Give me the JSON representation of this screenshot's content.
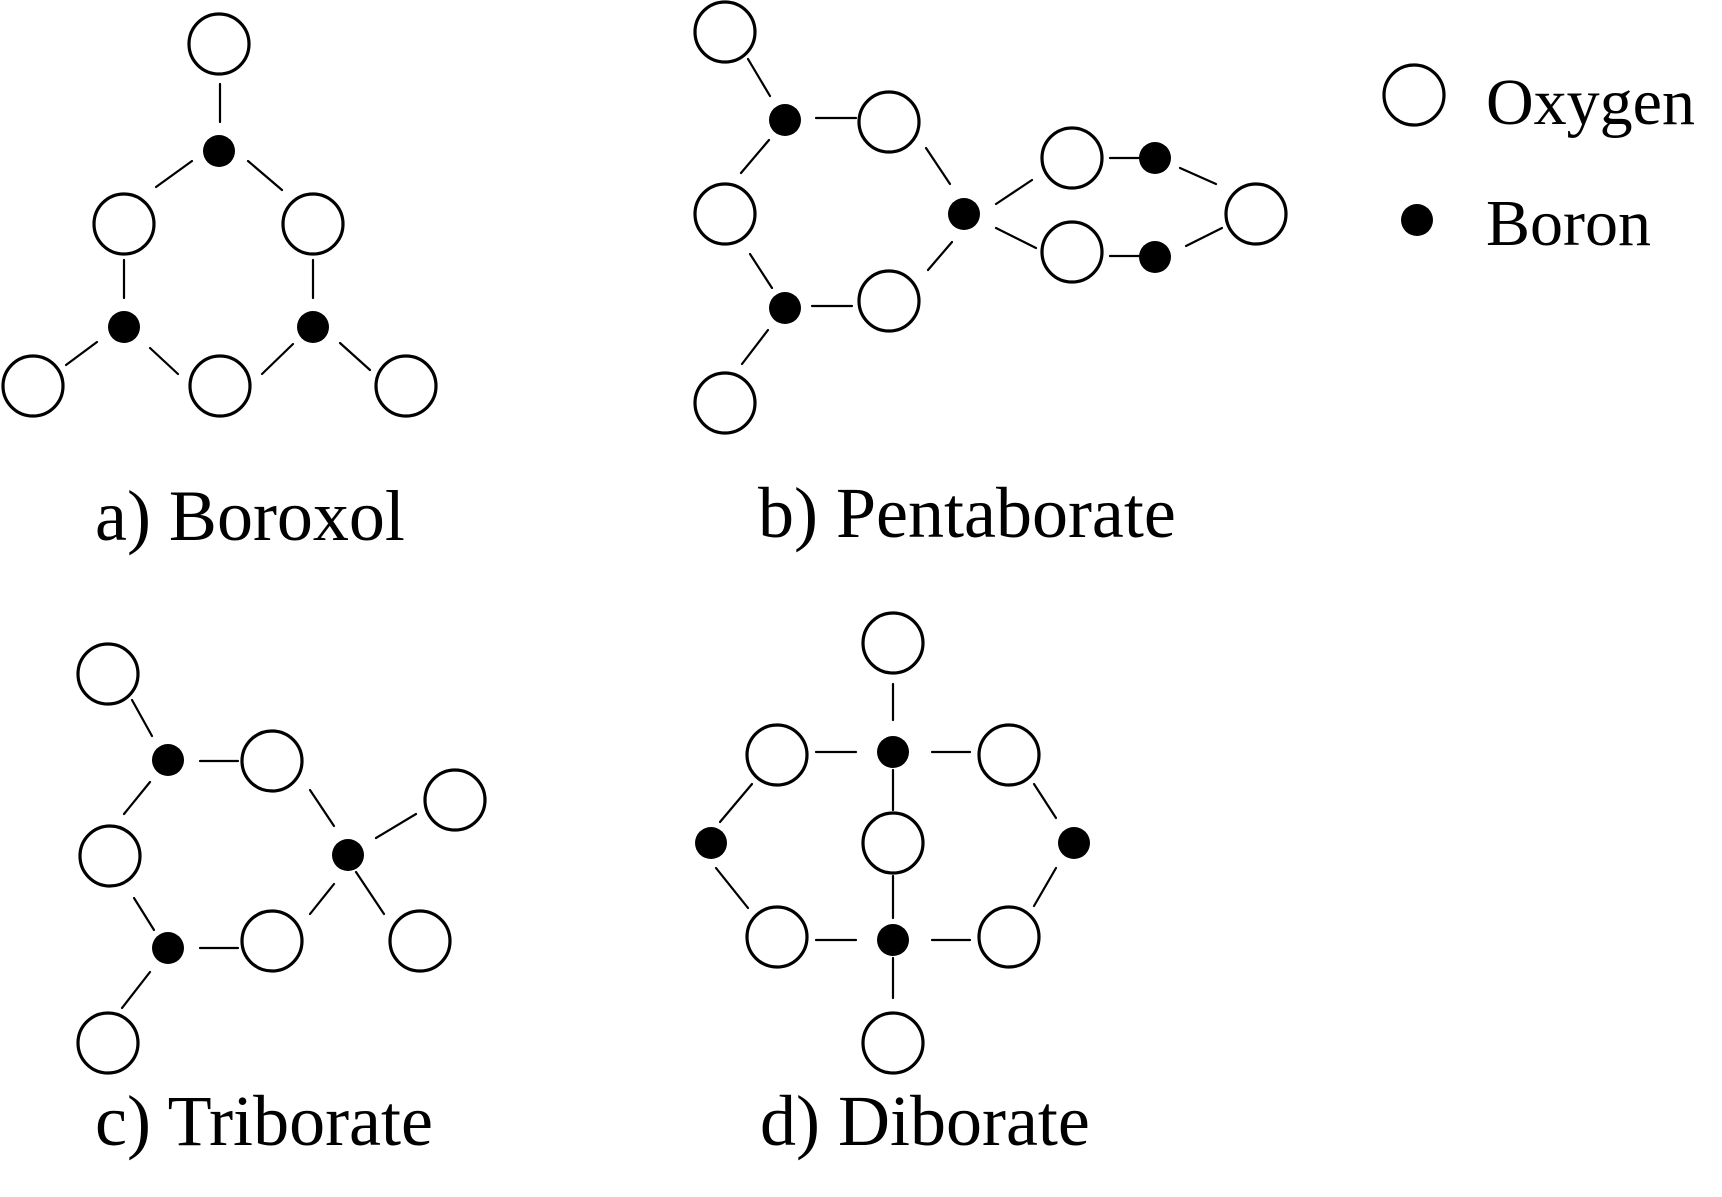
{
  "legend": {
    "oxygen_label": "Oxygen",
    "boron_label": "Boron"
  },
  "structures": [
    {
      "id": "boroxol",
      "caption": "a) Boroxol"
    },
    {
      "id": "pentaborate",
      "caption": "b) Pentaborate"
    },
    {
      "id": "triborate",
      "caption": "c) Triborate"
    },
    {
      "id": "diborate",
      "caption": "d) Diborate"
    }
  ],
  "colors": {
    "oxygen_fill": "#ffffff",
    "outline": "#000000",
    "boron_fill": "#000000",
    "background": "#ffffff"
  }
}
